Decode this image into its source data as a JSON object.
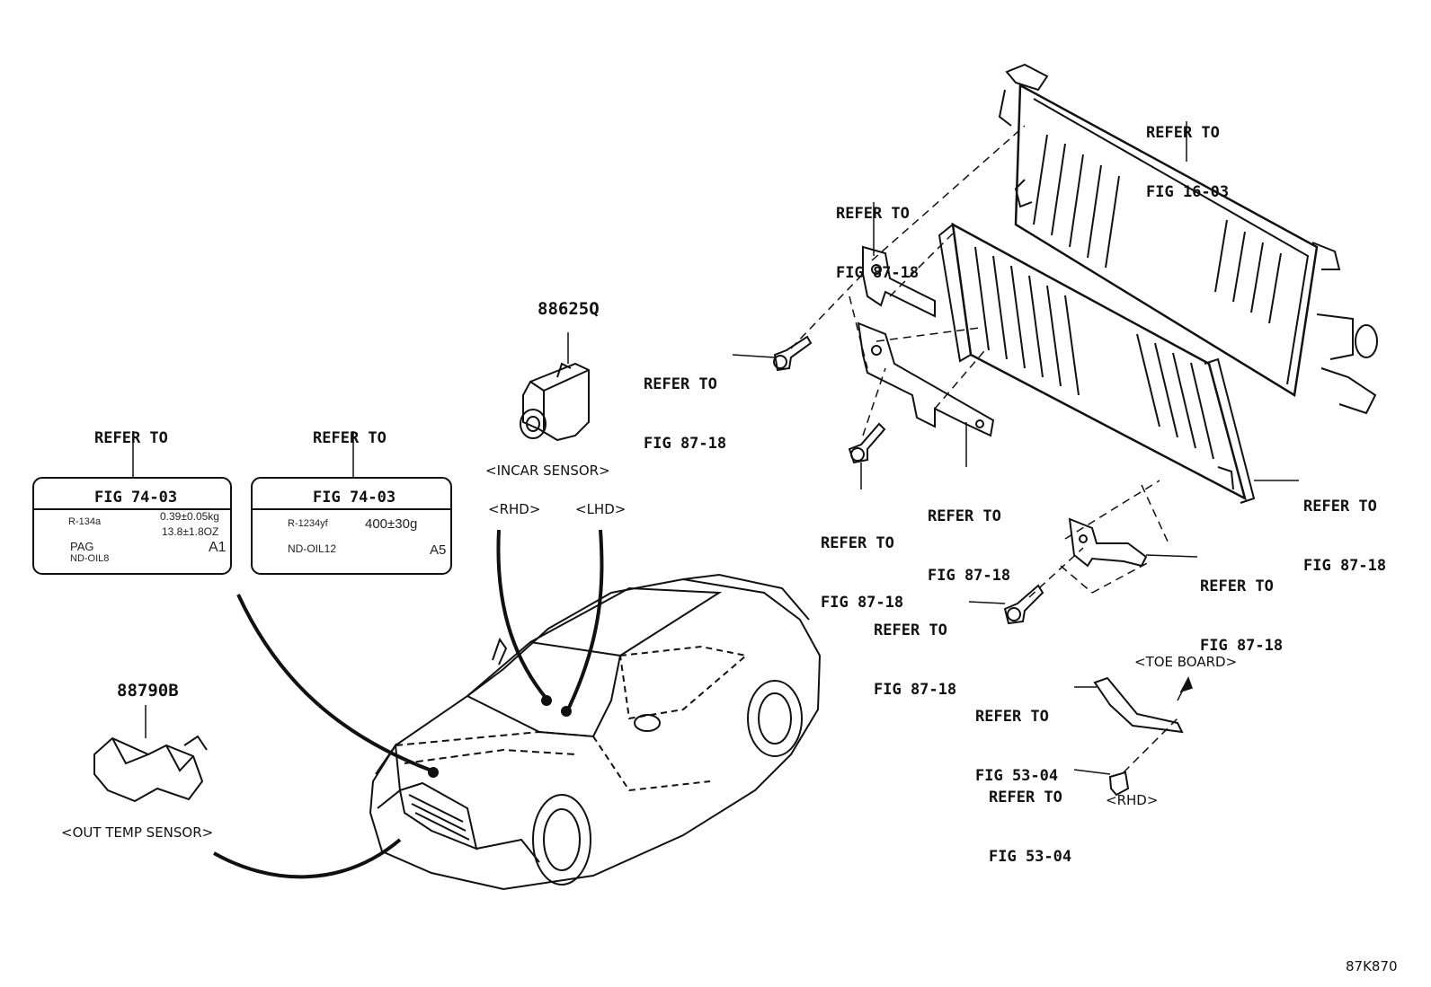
{
  "diagram": {
    "refs": {
      "r1": {
        "line1": "REFER TO",
        "line2": "FIG 16-03"
      },
      "r2": {
        "line1": "REFER TO",
        "line2": "FIG 87-18"
      },
      "r3": {
        "line1": "REFER TO",
        "line2": "FIG 87-18"
      },
      "r4": {
        "line1": "REFER TO",
        "line2": "FIG 87-18"
      },
      "r5": {
        "line1": "REFER TO",
        "line2": "FIG 87-18"
      },
      "r6": {
        "line1": "REFER TO",
        "line2": "FIG 87-18"
      },
      "r7": {
        "line1": "REFER TO",
        "line2": "FIG 87-18"
      },
      "r8": {
        "line1": "REFER TO",
        "line2": "FIG 87-18"
      },
      "r9": {
        "line1": "REFER TO",
        "line2": "FIG 74-03"
      },
      "r10": {
        "line1": "REFER TO",
        "line2": "FIG 74-03"
      },
      "r11": {
        "line1": "REFER TO",
        "line2": "FIG 53-04"
      },
      "r12": {
        "line1": "REFER TO",
        "line2": "FIG 53-04"
      }
    },
    "parts": {
      "incar_sensor_pn": "88625Q",
      "out_temp_sensor_pn": "88790B"
    },
    "captions": {
      "incar_sensor": "<INCAR SENSOR>",
      "rhd": "<RHD>",
      "lhd": "<LHD>",
      "out_temp_sensor": "<OUT TEMP SENSOR>",
      "toe_board": "<TOE BOARD>",
      "rhd_small": "<RHD>"
    },
    "label1": {
      "refrigerant": "R-134a",
      "amount_kg": "0.39±0.05kg",
      "amount_oz": "13.8±1.8OZ",
      "oil_type": "PAG",
      "oil": "ND-OIL8",
      "code": "A1"
    },
    "label2": {
      "refrigerant": "R-1234yf",
      "amount": "400±30g",
      "oil": "ND-OIL12",
      "code": "A5"
    },
    "figure_id": "87K870"
  }
}
